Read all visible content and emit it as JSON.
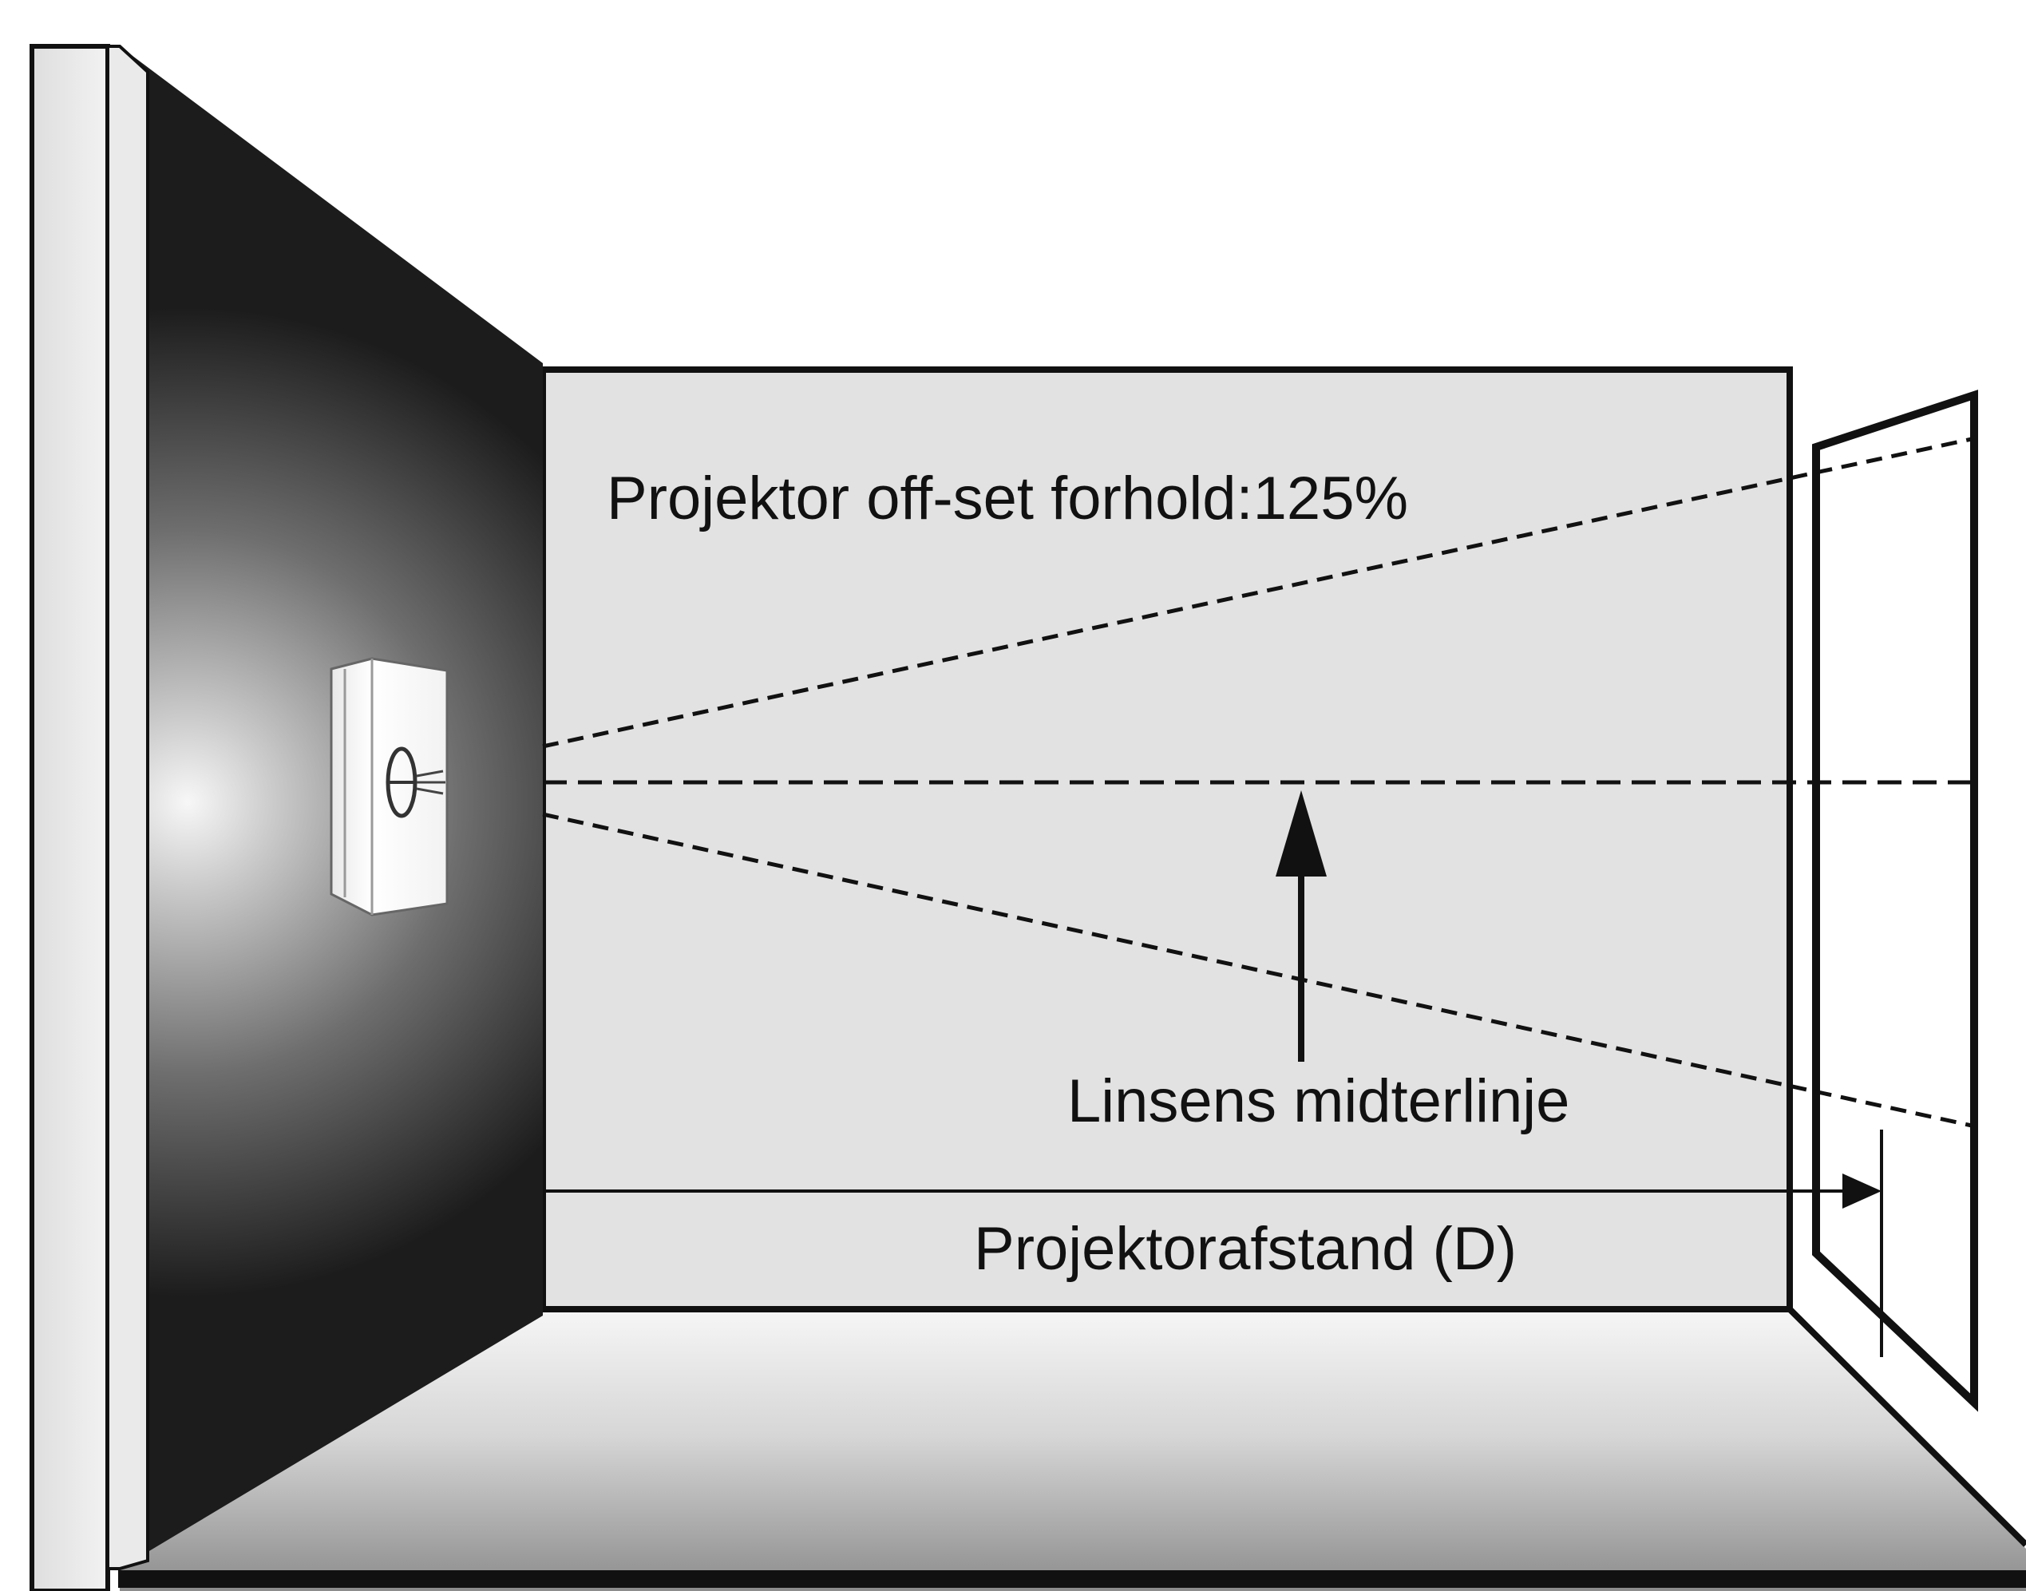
{
  "labels": {
    "offset_ratio": "Projektor off-set forhold:125%",
    "lens_centerline": "Linsens midterlinje",
    "projector_distance": "Projektorafstand (D)"
  },
  "colors": {
    "back_wall": "#e2e2e2",
    "line": "#111111",
    "side_wall_dark": "#1b1b1b",
    "floor_light": "#f4f4f4",
    "floor_dark": "#8f8f8f"
  }
}
